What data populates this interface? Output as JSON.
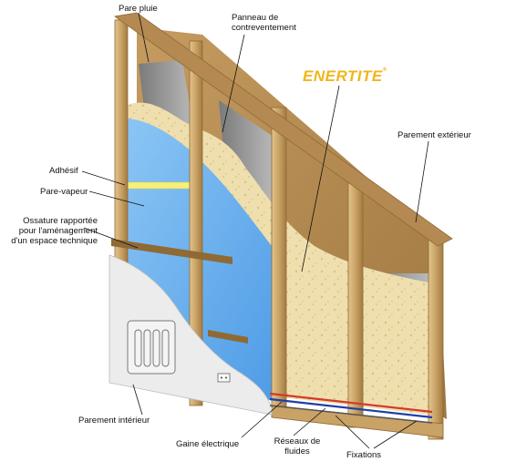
{
  "brand": {
    "name": "ENERTITE",
    "mark": "®",
    "color": "#f2b51b"
  },
  "labels": {
    "pare_pluie": "Pare pluie",
    "panneau_line1": "Panneau de",
    "panneau_line2": "contreventement",
    "parement_exterieur": "Parement extérieur",
    "adhesif": "Adhésif",
    "pare_vapeur": "Pare-vapeur",
    "ossature_line1": "Ossature rapportée",
    "ossature_line2": "pour l'aménagement",
    "ossature_line3": "d'un espace technique",
    "parement_interieur": "Parement intérieur",
    "gaine_electrique": "Gaine électrique",
    "reseaux_line1": "Réseaux de",
    "reseaux_line2": "fluides",
    "fixations": "Fixations"
  },
  "colors": {
    "wood": "#c9a265",
    "wood_dark": "#8f6a35",
    "sheathing": "#b48a52",
    "membrane": "#6fb3ef",
    "insulation": "#efdfae",
    "tape": "#f6ef7a",
    "plaster": "#ececec",
    "pipe_red": "#d23a2a",
    "pipe_blue": "#1e3fa8"
  }
}
